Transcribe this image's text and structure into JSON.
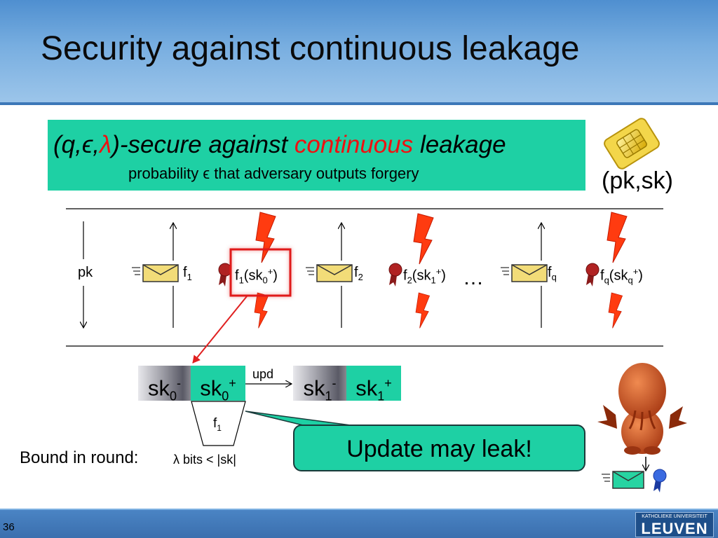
{
  "slide": {
    "title": "Security against continuous leakage",
    "page_number": "36"
  },
  "definition": {
    "prefix": "(q,ϵ,",
    "lambda": "λ",
    "middle": ")-secure against ",
    "highlight": "continuous",
    "suffix": " leakage",
    "subtitle": "probability ϵ that adversary outputs forgery"
  },
  "keypair_label": "(pk,sk)",
  "protocol": {
    "pk": "pk",
    "queries": [
      {
        "f": "f",
        "sub": "1"
      },
      {
        "f": "f",
        "sub": "2"
      },
      {
        "f": "f",
        "sub": "q"
      }
    ],
    "leaks": [
      {
        "f": "f",
        "fsub": "1",
        "sk": "sk",
        "sksub": "0",
        "sup": "+"
      },
      {
        "f": "f",
        "fsub": "2",
        "sk": "sk",
        "sksub": "1",
        "sup": "+"
      },
      {
        "f": "f",
        "fsub": "q",
        "sk": "sk",
        "sksub": "q",
        "sup": "+"
      }
    ],
    "ellipsis": "…"
  },
  "update": {
    "sk0_minus": {
      "base": "sk",
      "sub": "0",
      "sup": "-"
    },
    "sk0_plus": {
      "base": "sk",
      "sub": "0",
      "sup": "+"
    },
    "sk1_minus": {
      "base": "sk",
      "sub": "1",
      "sup": "-"
    },
    "sk1_plus": {
      "base": "sk",
      "sub": "1",
      "sup": "+"
    },
    "upd_label": "upd",
    "f1_label": {
      "f": "f",
      "sub": "1"
    }
  },
  "bound": {
    "label": "Bound in round:",
    "expr": "λ bits < |sk|"
  },
  "callout": "Update may leak!",
  "logo": {
    "top": "KATHOLIEKE UNIVERSITEIT",
    "main": "LEUVEN"
  },
  "icons": [
    "envelope-icon",
    "seal-icon",
    "lightning-icon",
    "smartcard-icon",
    "adversary-figure-icon"
  ],
  "colors": {
    "header_blue": "#5a9ad6",
    "box_green": "#1ed0a4",
    "accent_red": "#ee1111"
  }
}
